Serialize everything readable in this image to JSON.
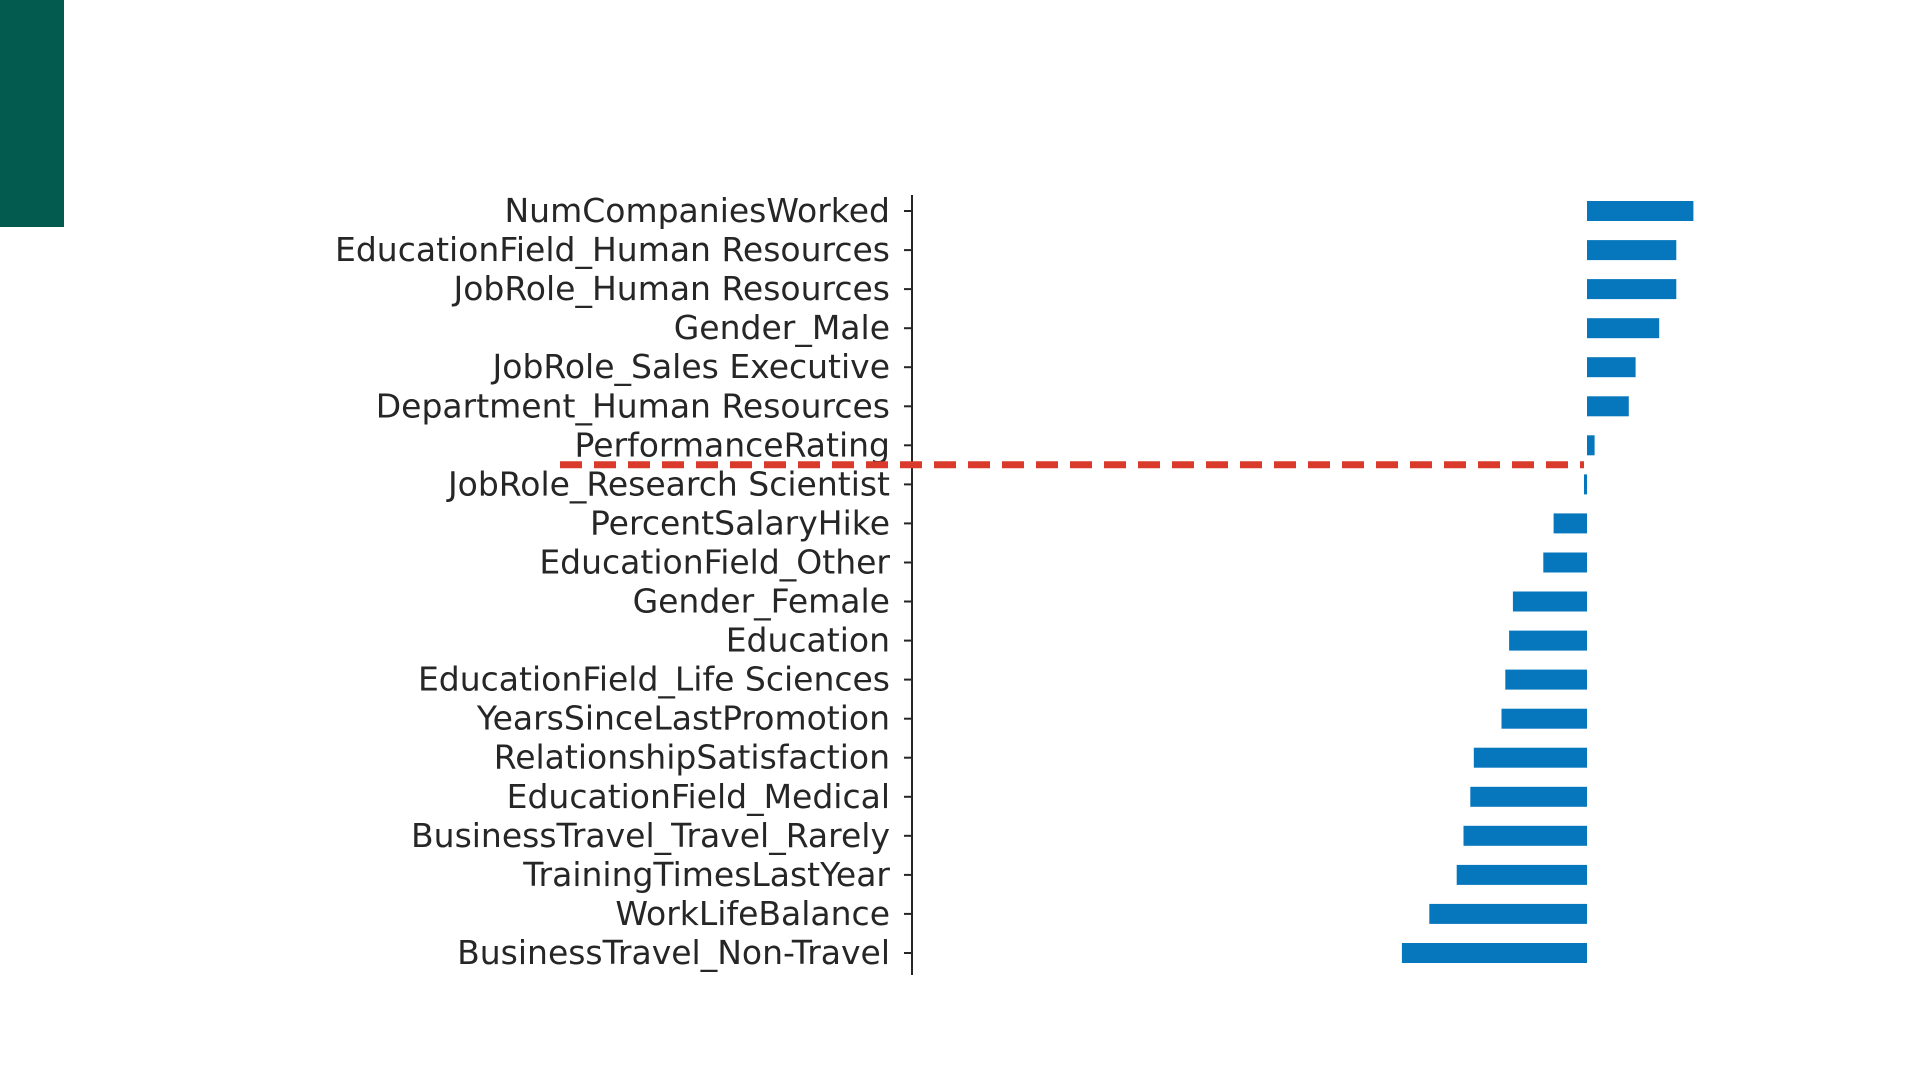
{
  "slide": {
    "accent_color": "#035a4f"
  },
  "colors": {
    "bar": "#0777bd",
    "axis": "#262626",
    "threshold_line": "#d93a2b"
  },
  "chart_data": {
    "type": "bar",
    "orientation": "horizontal",
    "title": "",
    "xlabel": "",
    "ylabel": "",
    "x_axis_visible": false,
    "xlim": [
      -0.55,
      0.32
    ],
    "grid": false,
    "legend": "none",
    "categories": [
      "NumCompaniesWorked",
      "EducationField_Human Resources",
      "JobRole_Human Resources",
      "Gender_Male",
      "JobRole_Sales Executive",
      "Department_Human Resources",
      "PerformanceRating",
      "JobRole_Research Scientist",
      "PercentSalaryHike",
      "EducationField_Other",
      "Gender_Female",
      "Education",
      "EducationField_Life Sciences",
      "YearsSinceLastPromotion",
      "RelationshipSatisfaction",
      "EducationField_Medical",
      "BusinessTravel_Travel_Rarely",
      "TrainingTimesLastYear",
      "WorkLifeBalance",
      "BusinessTravel_Non-Travel"
    ],
    "values": [
      0.28,
      0.235,
      0.235,
      0.19,
      0.128,
      0.11,
      0.02,
      -0.006,
      -0.088,
      -0.115,
      -0.195,
      -0.205,
      -0.215,
      -0.225,
      -0.298,
      -0.307,
      -0.325,
      -0.343,
      -0.415,
      -0.487
    ],
    "threshold_line": {
      "style": "dashed",
      "between": [
        "PerformanceRating",
        "JobRole_Research Scientist"
      ]
    }
  }
}
